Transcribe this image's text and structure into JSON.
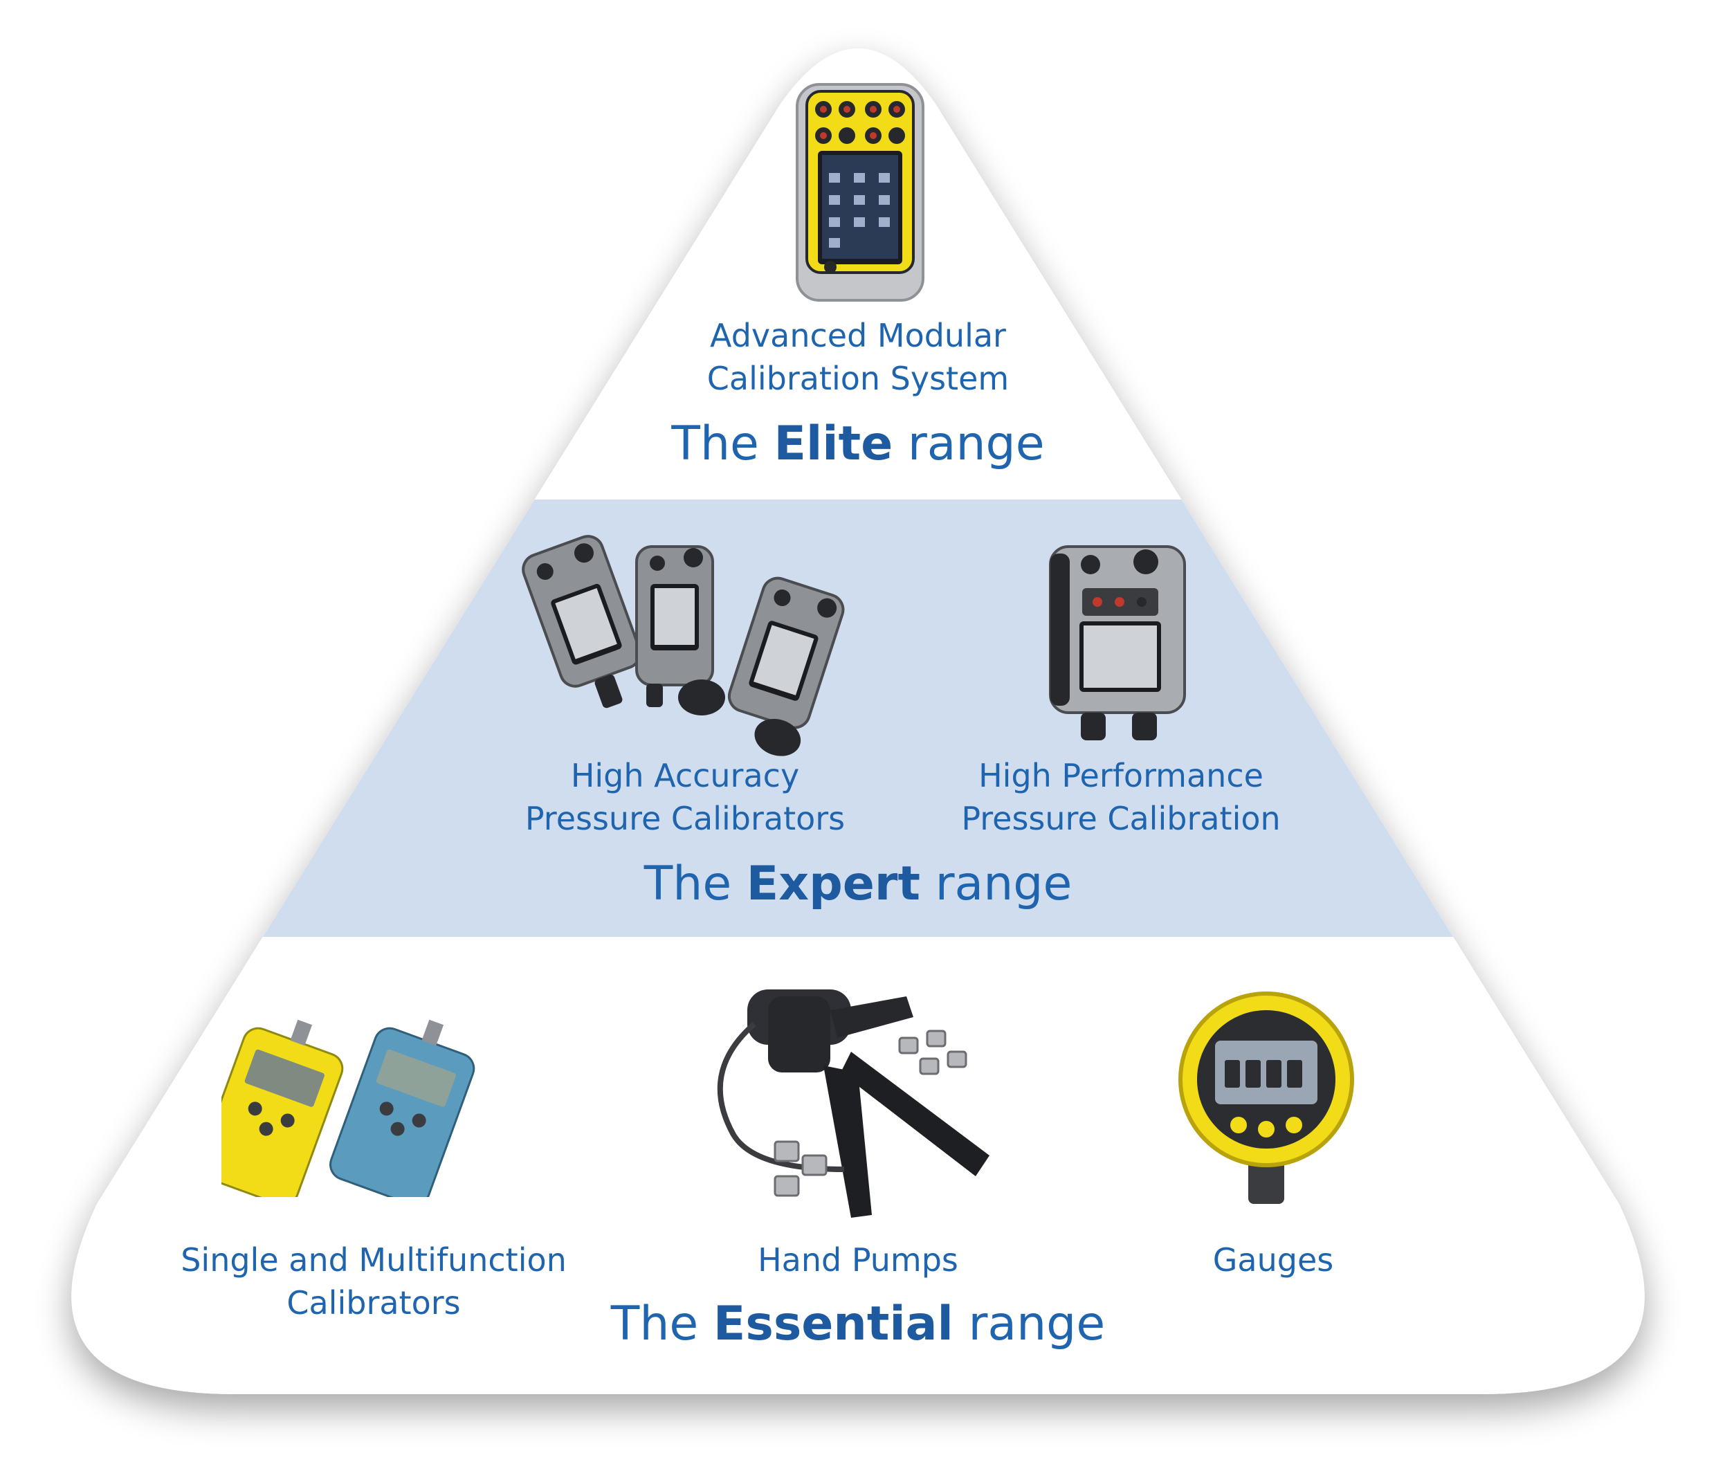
{
  "colors": {
    "text": "#1f64ae",
    "band": "#d0ddef",
    "pyramid_fill": "#ffffff",
    "device_yellow": "#f2dc17",
    "device_grey": "#8e9196",
    "device_blue": "#5a9bbe"
  },
  "elite": {
    "product": {
      "line1": "Advanced Modular",
      "line2": "Calibration System",
      "image": "calibrator-yellow-touchscreen"
    },
    "range": {
      "pre": "The ",
      "bold": "Elite",
      "post": " range"
    }
  },
  "expert": {
    "products": [
      {
        "line1": "High Accuracy",
        "line2": "Pressure Calibrators",
        "image": "pressure-calibrators-grey-trio"
      },
      {
        "line1": "High Performance",
        "line2": "Pressure Calibration",
        "image": "pressure-calibrator-rugged"
      }
    ],
    "range": {
      "pre": "The ",
      "bold": "Expert",
      "post": " range"
    }
  },
  "essential": {
    "products": [
      {
        "line1": "Single and Multifunction",
        "line2": "Calibrators",
        "image": "handheld-calibrators-yellow-blue"
      },
      {
        "line1": "Hand Pumps",
        "image": "hand-pump-with-fittings"
      },
      {
        "line1": "Gauges",
        "image": "digital-gauge-yellow"
      }
    ],
    "range": {
      "pre": "The ",
      "bold": "Essential",
      "post": " range"
    }
  }
}
